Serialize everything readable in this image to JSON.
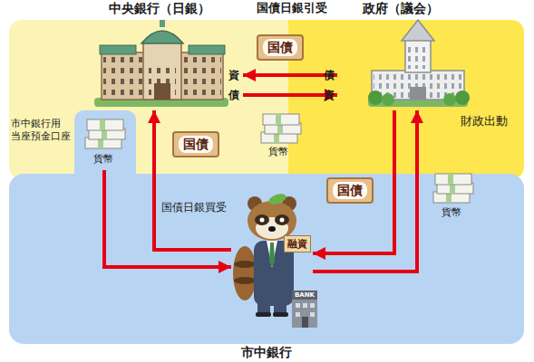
{
  "diagram": {
    "nodes": [
      {
        "text": [
          "中央銀行（日銀）"
        ]
      },
      {
        "text": [
          "政府（議会）"
        ]
      },
      {
        "text": [
          "市中銀行"
        ]
      },
      {
        "text": [
          "市中銀行用 当座預金口座"
        ]
      },
      {
        "text": [
          "国債"
        ]
      },
      {
        "text": [
          "国債"
        ]
      },
      {
        "text": [
          "国債"
        ],
        "in": 2
      },
      {
        "text": [
          "融資"
        ],
        "in": 2
      }
    ],
    "edges": [
      {
        "from": 1,
        "to": 0,
        "arrow": "to"
      },
      {
        "from": 0,
        "to": 1,
        "arrow": "to"
      },
      {
        "from": 7,
        "to": 0,
        "arrow": "to",
        "label": "国債日銀買受"
      },
      {
        "from": 3,
        "to": 7,
        "arrow": "to"
      },
      {
        "from": 1,
        "to": 7,
        "arrow": "to"
      },
      {
        "from": 7,
        "to": 1,
        "arrow": "to"
      }
    ],
    "labels": [
      "国債日銀引受",
      "資",
      "債",
      "債",
      "資",
      "財政出動",
      "貨幣",
      "貨幣",
      "貨幣",
      "BANK"
    ]
  }
}
